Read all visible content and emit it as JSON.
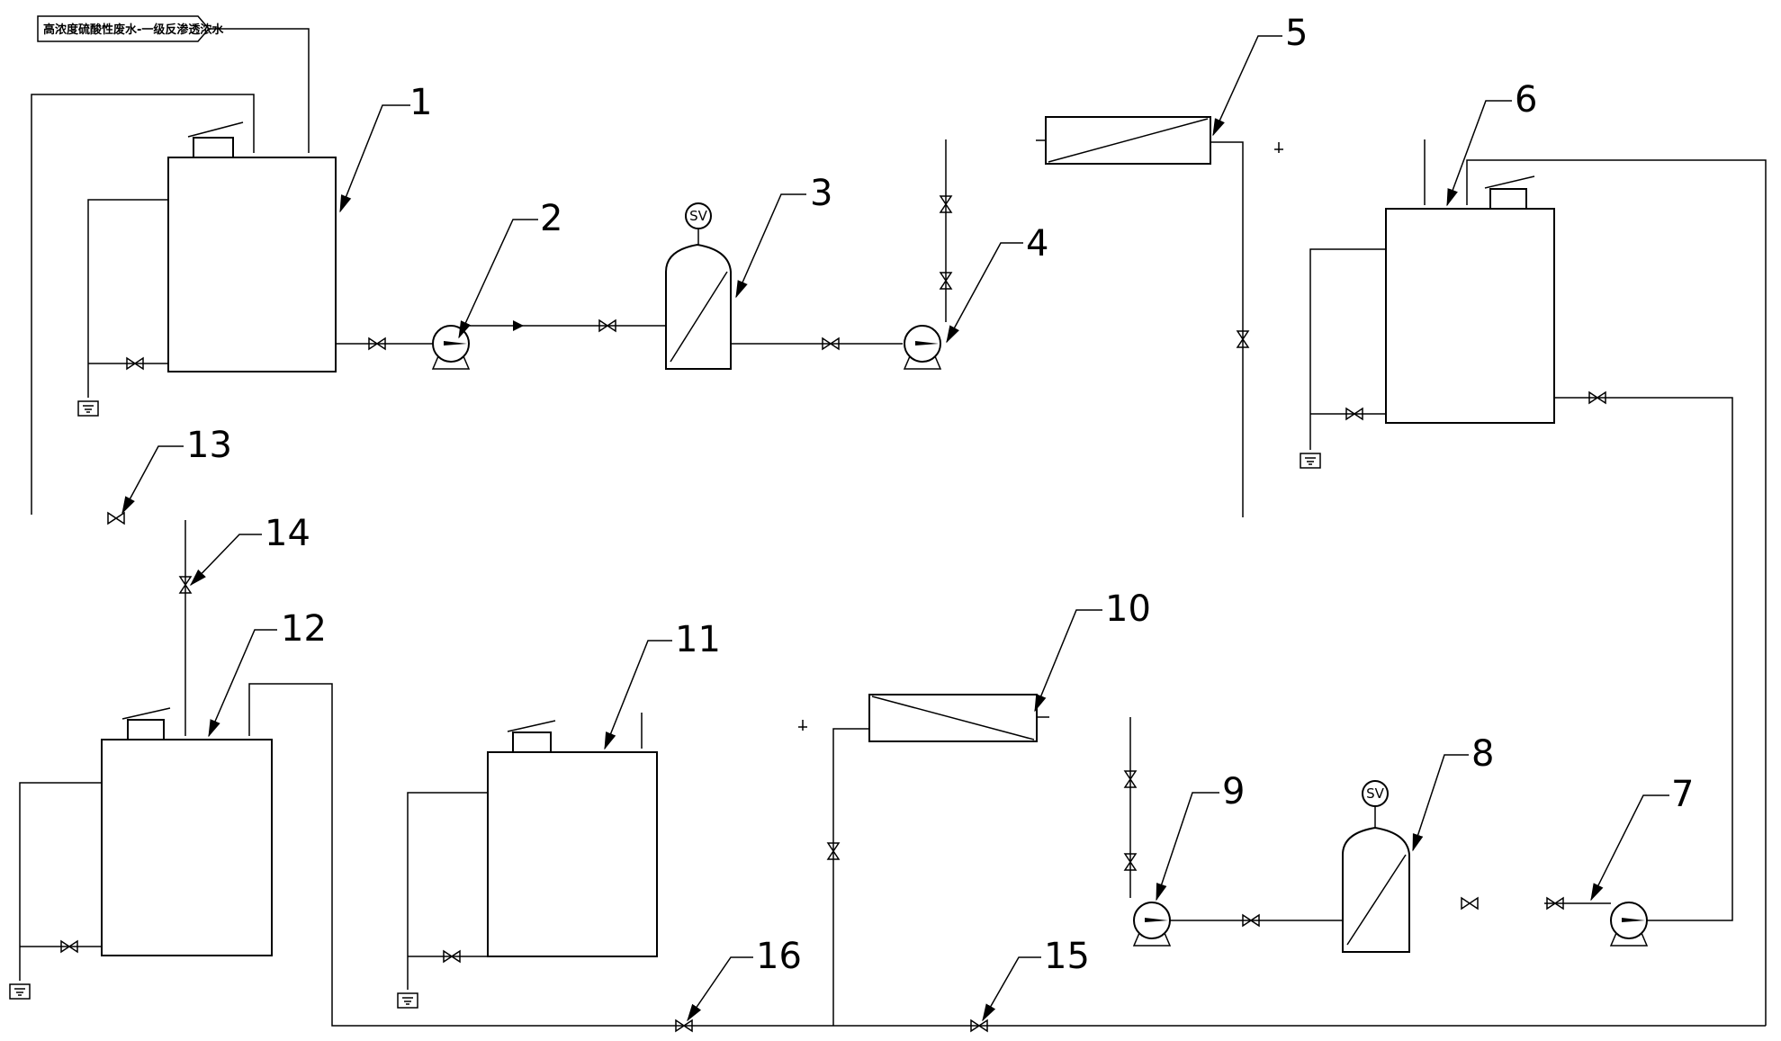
{
  "inlet_label": "高浓度硫酸性废水-一级反渗透浓水",
  "valve_tag": "SV",
  "labels": {
    "n1": "1",
    "n2": "2",
    "n3": "3",
    "n4": "4",
    "n5": "5",
    "n6": "6",
    "n7": "7",
    "n8": "8",
    "n9": "9",
    "n10": "10",
    "n11": "11",
    "n12": "12",
    "n13": "13",
    "n14": "14",
    "n15": "15",
    "n16": "16"
  }
}
